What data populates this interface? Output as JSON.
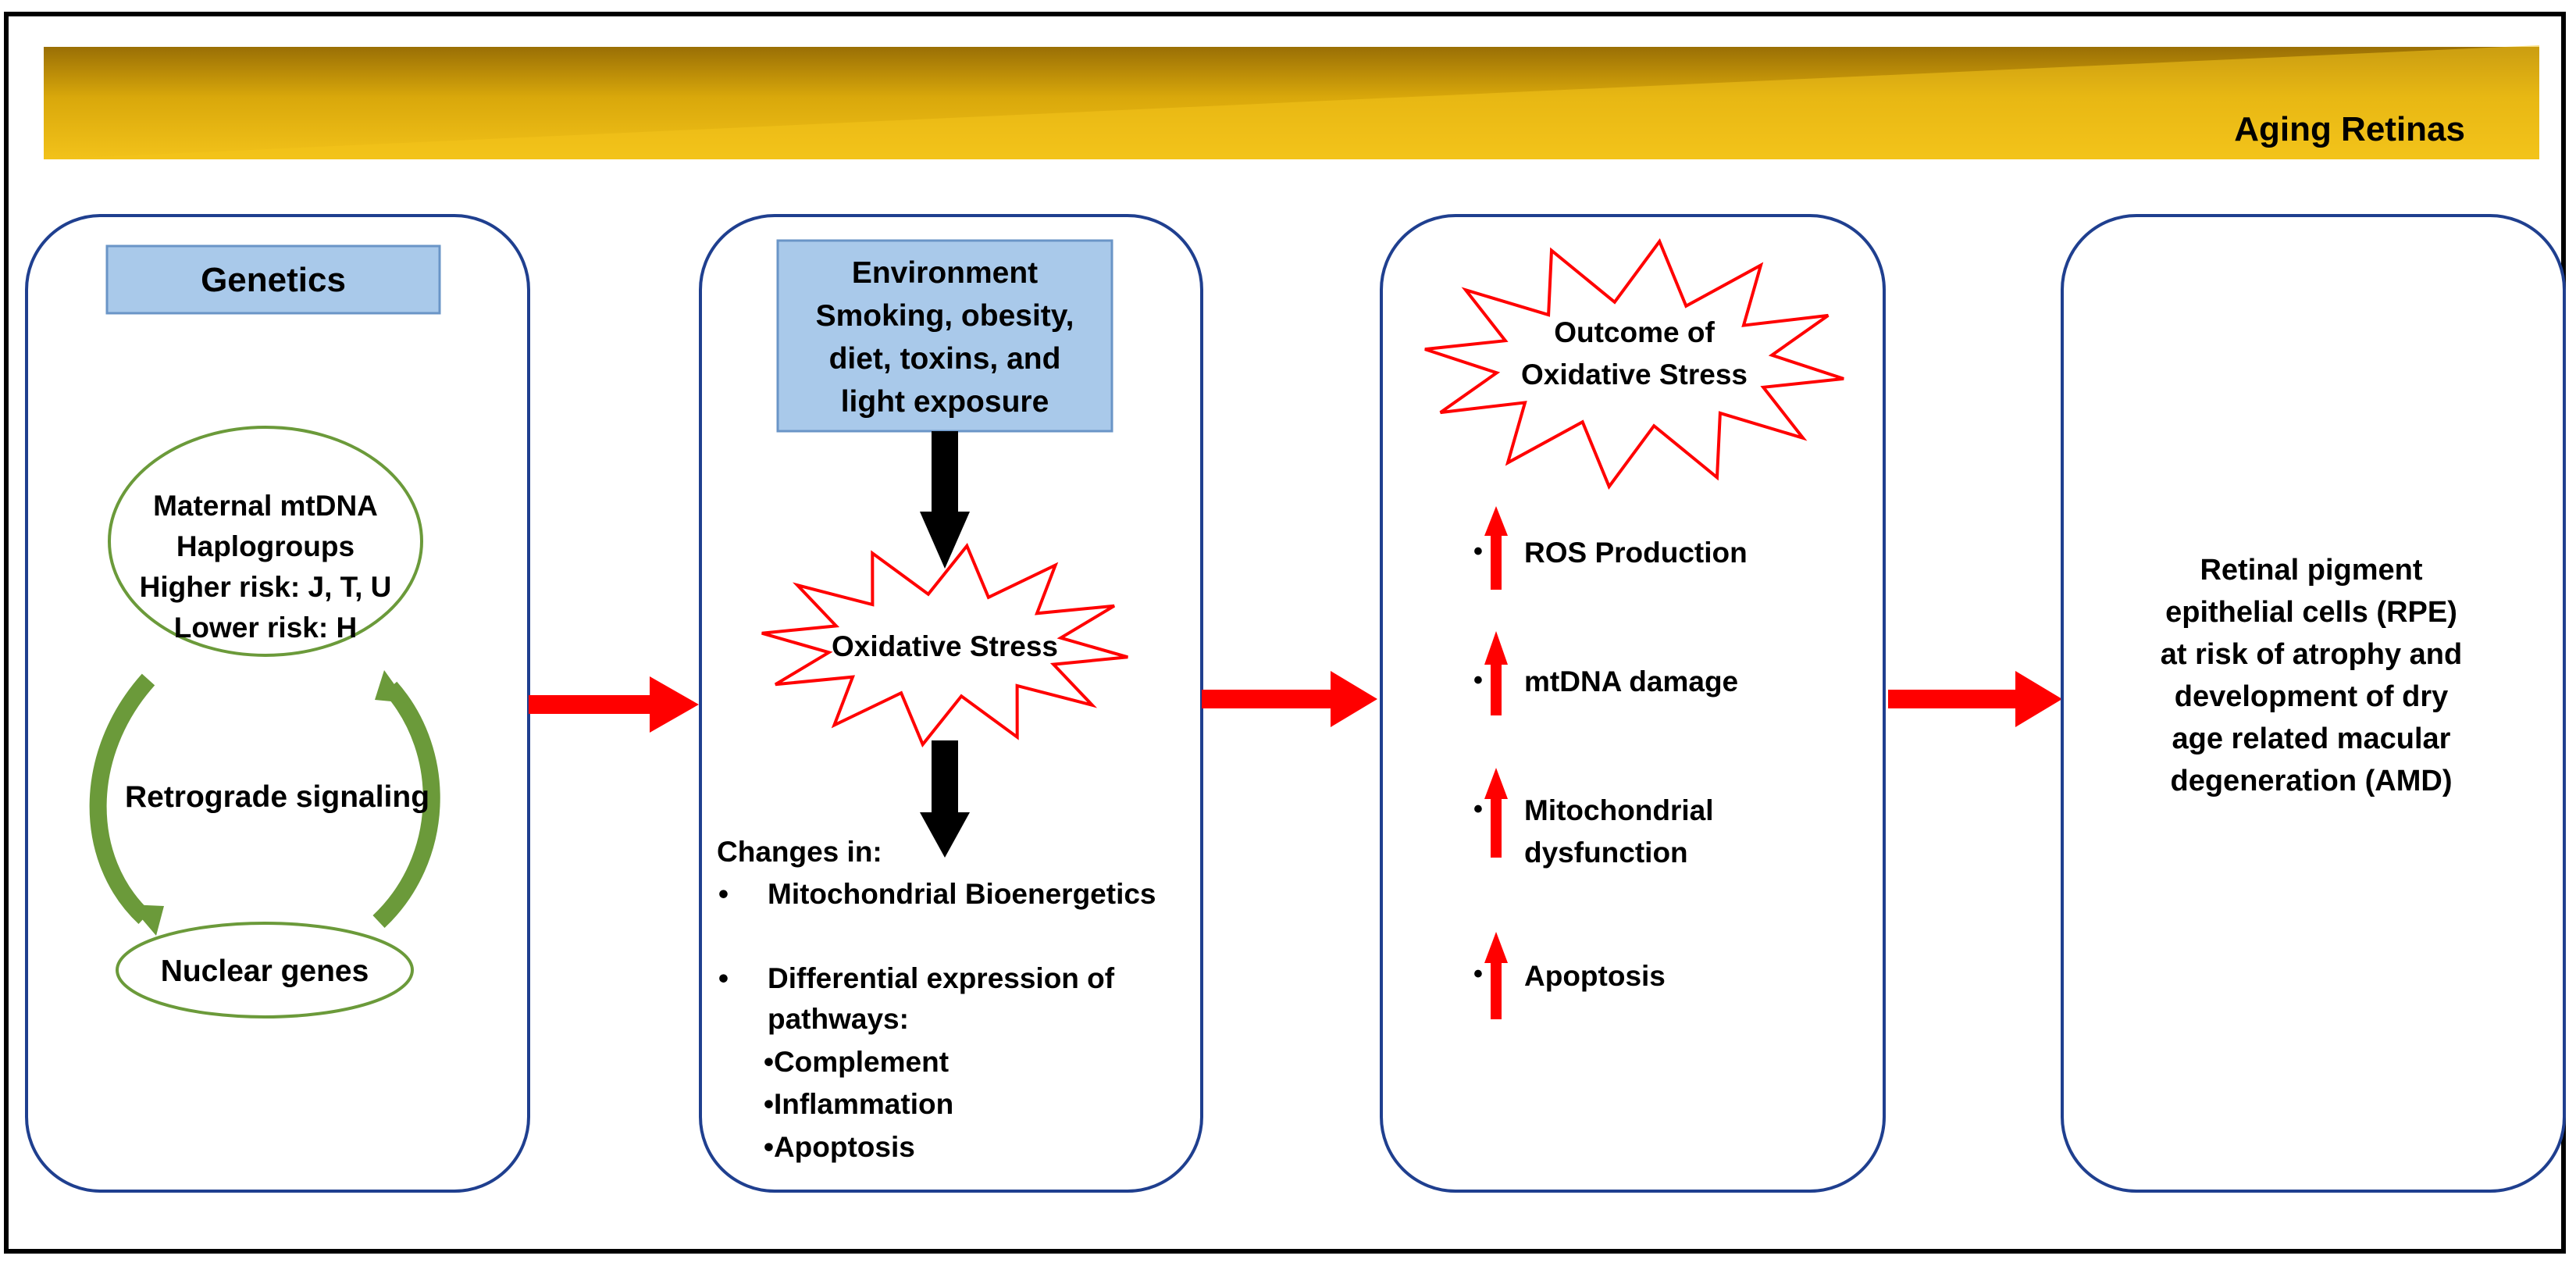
{
  "banner": {
    "title": "Aging Retinas",
    "colors": {
      "light": "#f2c21a",
      "mid": "#d9a80b",
      "dark": "#9a6f05"
    }
  },
  "colors": {
    "panel_border": "#1f3f8f",
    "red_arrow": "#ff0000",
    "green": "#6b9a3a",
    "label_box_fill": "#a9c9ea",
    "label_box_border": "#6a95c7",
    "starburst_stroke": "#ff0000"
  },
  "panels": {
    "genetics": {
      "header": "Genetics",
      "haplogroup_lines": [
        "Maternal mtDNA",
        "Haplogroups",
        "Higher risk: J, T, U",
        "Lower risk: H"
      ],
      "retrograde_label": "Retrograde signaling",
      "nuclear_label": "Nuclear genes"
    },
    "environment": {
      "header_lines": [
        "Environment",
        "Smoking, obesity,",
        "diet, toxins, and",
        "light exposure"
      ],
      "starburst_label": "Oxidative Stress",
      "changes_title": "Changes in:",
      "bullets": [
        {
          "marker": "•",
          "text": "Mitochondrial Bioenergetics"
        },
        {
          "marker": "•",
          "text": "Differential expression of"
        }
      ],
      "continuation": "pathways:",
      "sub_items": [
        "•Complement",
        "•Inflammation",
        "•Apoptosis"
      ]
    },
    "outcome": {
      "starburst_lines": [
        "Outcome of",
        "Oxidative Stress"
      ],
      "items": [
        {
          "marker": "•",
          "lines": [
            "ROS Production"
          ],
          "icon": "up-arrow-icon"
        },
        {
          "marker": "•",
          "lines": [
            "mtDNA damage"
          ],
          "icon": "up-arrow-icon"
        },
        {
          "marker": "•",
          "lines": [
            "Mitochondrial",
            "dysfunction"
          ],
          "icon": "up-arrow-icon"
        },
        {
          "marker": "•",
          "lines": [
            "Apoptosis"
          ],
          "icon": "up-arrow-icon"
        }
      ]
    },
    "result": {
      "lines": [
        "Retinal pigment",
        "epithelial cells (RPE)",
        "at risk of atrophy and",
        "development of  dry",
        "age related macular",
        "degeneration (AMD)"
      ]
    }
  }
}
